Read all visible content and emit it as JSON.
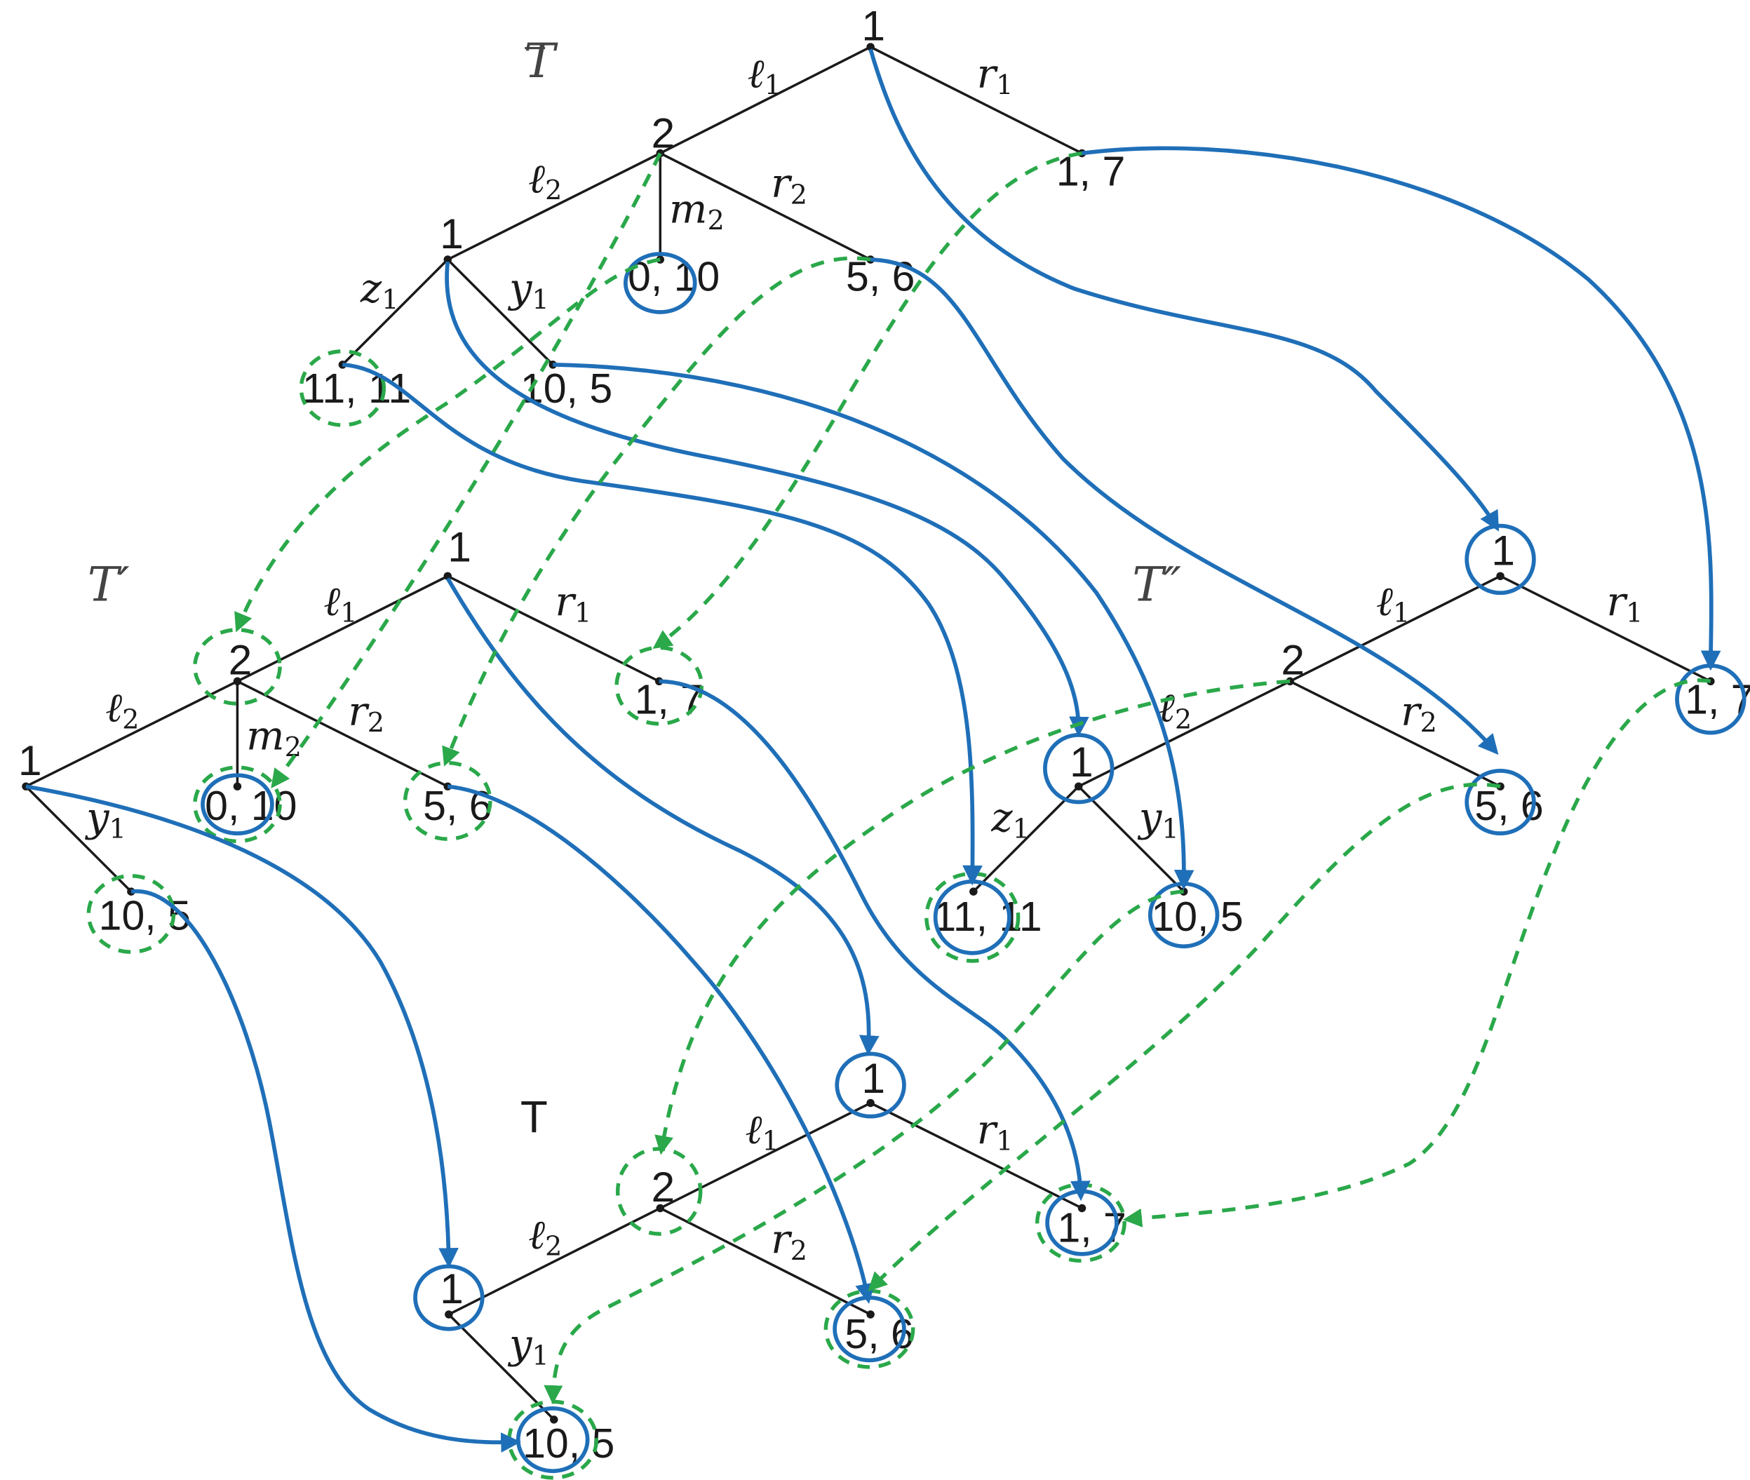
{
  "colors": {
    "blue": "#1f6fb8",
    "green": "#2aa84a",
    "edge": "#1a1a1a"
  },
  "tree_labels": {
    "t_bar": "T",
    "t_prime": "T′",
    "t_double_prime": "T″",
    "t_final": "T"
  },
  "players": {
    "one": "1",
    "two": "2"
  },
  "actions": {
    "l": "ℓ",
    "r": "r",
    "m": "m",
    "z": "z",
    "y": "y",
    "sub1": "1",
    "sub2": "2"
  },
  "payoffs": {
    "p_11_11": "11, 11",
    "p_10_5": "10, 5",
    "p_0_10": "0, 10",
    "p_5_6": "5, 6",
    "p_1_7": "1, 7"
  }
}
